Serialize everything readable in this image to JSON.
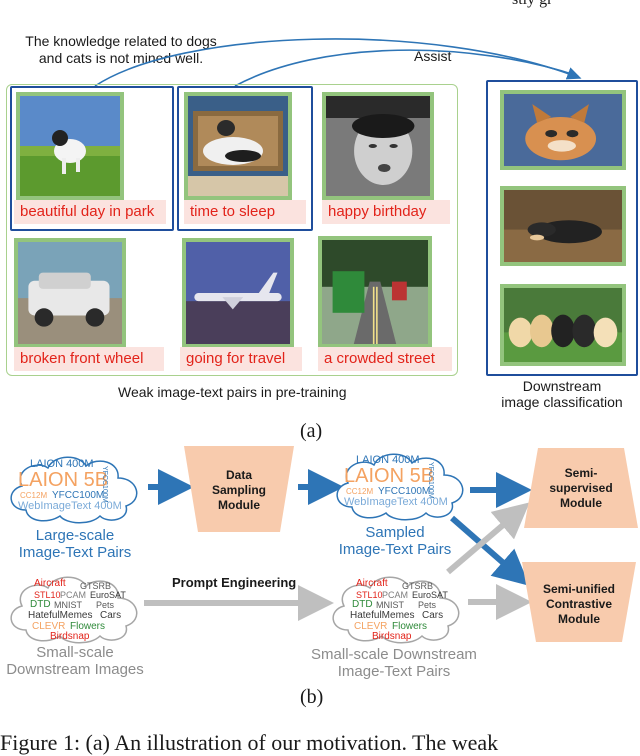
{
  "top_partial_text": "stly gr",
  "panel_a": {
    "note": [
      "The knowledge related to dogs",
      "and cats is not mined well."
    ],
    "assist": "Assist",
    "captions": [
      "beautiful day in park",
      "time to sleep",
      "happy birthday",
      "broken front wheel",
      "going for travel",
      "a crowded street"
    ],
    "pretraining_label": "Weak image-text pairs in pre-training",
    "downstream_label": [
      "Downstream",
      "image classification"
    ],
    "sublabel": "(a)"
  },
  "panel_b": {
    "large_cloud": [
      "LAION 400M",
      "LAION 5B",
      "YFCC100M",
      "CC12M",
      "YFCC100M",
      "WebImageText 400M"
    ],
    "large_label": [
      "Large-scale",
      "Image-Text Pairs"
    ],
    "data_sampling": [
      "Data",
      "Sampling",
      "Module"
    ],
    "sampled_cloud": [
      "LAION 400M",
      "LAION 5B",
      "YFCC100M",
      "CC12M",
      "YFCC100M",
      "WebImageText 400M"
    ],
    "sampled_label": [
      "Sampled",
      "Image-Text Pairs"
    ],
    "semi_supervised": [
      "Semi-",
      "supervised",
      "Module"
    ],
    "small_cloud": [
      "Aircraft",
      "GTSRB",
      "STL10",
      "PCAM",
      "EuroSAT",
      "DTD",
      "MNIST",
      "Pets",
      "HatefulMemes",
      "Cars",
      "CLEVR",
      "Flowers",
      "Birdsnap"
    ],
    "small_label": [
      "Small-scale",
      "Downstream Images"
    ],
    "prompt_engineering": "Prompt Engineering",
    "small_ds_label": [
      "Small-scale Downstream",
      "Image-Text Pairs"
    ],
    "semi_unified": [
      "Semi-unified",
      "Contrastive",
      "Module"
    ],
    "sublabel": "(b)"
  },
  "bottom_partial_text": "Figure 1: (a) An illustration of our motivation. The weak",
  "colors": {
    "accent_blue": "#2e75b6",
    "box_blue": "#1f4e9c",
    "photo_green": "#93c47d",
    "caption_red": "#e2231a",
    "caption_bg": "#fbe3df",
    "module_fill": "#f8cbad",
    "arrow_gray": "#bfbfbf"
  }
}
